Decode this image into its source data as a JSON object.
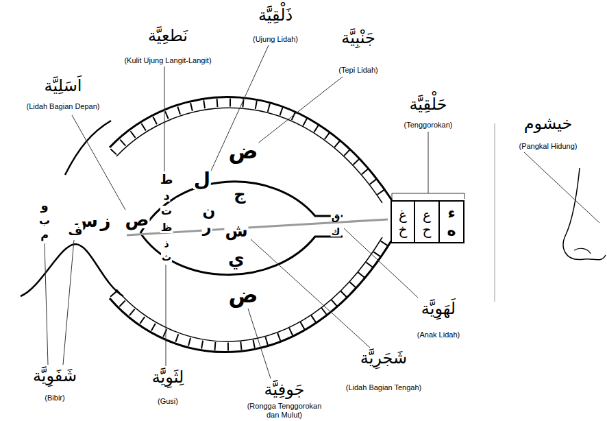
{
  "diagram": {
    "nodes": [
      {
        "text": [
          "غ",
          "خ"
        ]
      },
      {
        "text": [
          "ع",
          "ح"
        ]
      },
      {
        "text": [
          "ء",
          "ه"
        ]
      }
    ],
    "labels": [
      "ذَلْقِيَّة",
      "(Ujung Lidah)",
      "نَطعِيَّة",
      "(Kulit Ujung Langit-Langit)",
      "جَنْبِيَّة",
      "(Tepi Lidah)",
      "اَسَلِيَّة",
      "(Lidah Bagian Depan)",
      "حَلْقِيَّة",
      "(Tenggorokan)",
      "خيشوم",
      "(Pangkal Hidung)",
      "ض",
      "ل",
      "ج",
      "ن",
      "ر",
      "ش",
      "ي",
      "ض",
      "ق",
      "ك",
      "ط",
      "د",
      "ت",
      "ظ",
      "ذ",
      "ث",
      "ص",
      "ز",
      "س",
      "و",
      "ب",
      "م",
      "ف",
      "لَهَوِيَّة",
      "(Anak Lidah)",
      "شَجَرِيَّة",
      "(Lidah Bagian Tengah)",
      "شَفَوِيَّة",
      "(Bibir)",
      "لِثَوِيَّة",
      "(Gusi)",
      "جَوفِيَّة",
      "(Rongga Tenggorokan dan Mulut)"
    ]
  }
}
